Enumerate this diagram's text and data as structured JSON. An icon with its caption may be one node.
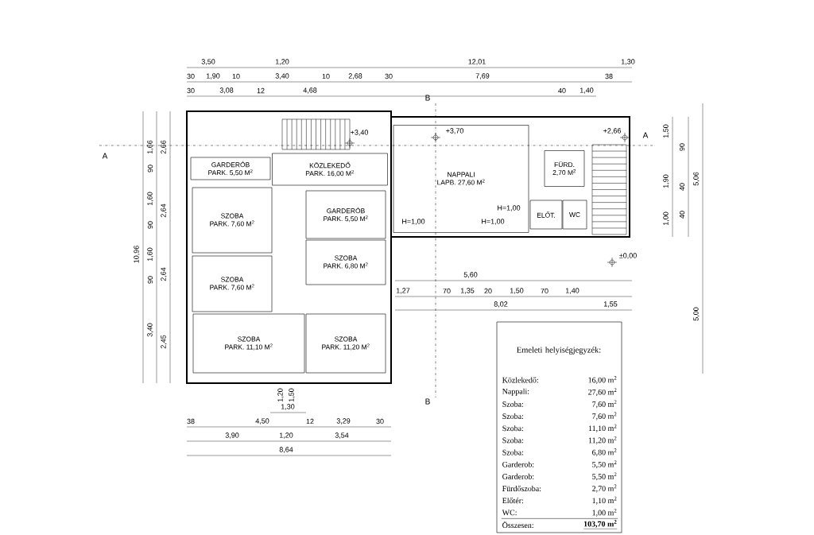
{
  "diagram": {
    "nodes": [
      {
        "text": [
          "GARDERÓB",
          "PARK. 5,50 M$^{2}$"
        ]
      },
      {
        "text": [
          "KÖZLEKEDŐ",
          "PARK. 16,00 M$^{2}$"
        ]
      },
      {
        "text": [
          "NAPPALI",
          "LAPB. 27,60 M$^{2}$"
        ]
      },
      {
        "text": [
          "SZOBA",
          "PARK. 7,60 M$^{2}$"
        ]
      },
      {
        "text": [
          "GARDERÓB",
          "PARK. 5,50 M$^{2}$"
        ]
      },
      {
        "text": [
          "SZOBA",
          "PARK. 6,80 M$^{2}$"
        ]
      },
      {
        "text": [
          "SZOBA",
          "PARK. 7,60 M$^{2}$"
        ]
      },
      {
        "text": [
          "SZOBA",
          "PARK. 11,10 M$^{2}$"
        ]
      },
      {
        "text": [
          "SZOBA",
          "PARK. 11,20 M$^{2}$"
        ]
      },
      {
        "text": [
          "FÜRD.",
          "2,70 M$^{2}$"
        ]
      },
      {
        "text": [
          "ELŐT."
        ]
      },
      {
        "text": [
          "WC"
        ]
      }
    ],
    "labels": [
      "3,50",
      "1,20",
      "12,01",
      "1,30",
      "30",
      "1,90",
      "10",
      "3,40",
      "10",
      "2,68",
      "30",
      "7,69",
      "38",
      "30",
      "3,08",
      "12",
      "4,68",
      "40",
      "1,40",
      "10,96",
      "1,66",
      "90",
      "1,60",
      "90",
      "1,60",
      "90",
      "3,40",
      "2,66",
      "2,64",
      "2,64",
      "2,45",
      "1,50",
      "1,90",
      "1,00",
      "90",
      "40",
      "40",
      "5,06",
      "5,00",
      "5,60",
      "1,27",
      "70",
      "1,35",
      "20",
      "1,50",
      "70",
      "1,40",
      "8,02",
      "1,55",
      "1,20",
      "1,50",
      "1,30",
      "38",
      "4,50",
      "12",
      "3,29",
      "30",
      "3,90",
      "1,20",
      "3,54",
      "8,64",
      "+3,40",
      "+3,70",
      "+2,66",
      "±0,00",
      "H=1,00",
      "H=1,00",
      "H=1,00",
      "A",
      "A",
      "B",
      "B",
      "Emeleti helyiségjegyzék:",
      "Közlekedő:",
      "16,00 m$^{2}$",
      "Nappali:",
      "27,60 m$^{2}$",
      "Szoba:",
      "7,60 m$^{2}$",
      "Szoba:",
      "7,60 m$^{2}$",
      "Szoba:",
      "11,10 m$^{2}$",
      "Szoba:",
      "11,20 m$^{2}$",
      "Szoba:",
      "6,80 m$^{2}$",
      "Garderob:",
      "5,50 m$^{2}$",
      "Garderob:",
      "5,50 m$^{2}$",
      "Fürdőszoba:",
      "2,70 m$^{2}$",
      "Előtér:",
      "1,10 m$^{2}$",
      "WC:",
      "1,00 m$^{2}$",
      "Összesen:",
      "103,70 m$^{2}$"
    ]
  }
}
